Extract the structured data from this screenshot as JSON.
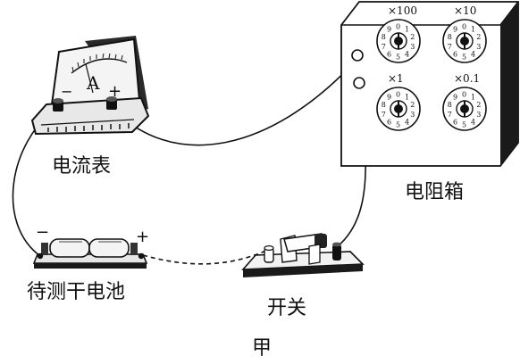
{
  "labels": {
    "ammeter": "电流表",
    "resistance_box": "电阻箱",
    "battery": "待测干电池",
    "switch": "开关",
    "figure": "甲"
  },
  "ammeter": {
    "unit_letter": "A",
    "minus_sign": "−",
    "plus_sign": "+"
  },
  "battery_terminals": {
    "minus_sign": "−",
    "plus_sign": "+"
  },
  "dials": [
    {
      "multiplier": "×100",
      "digits": [
        "0",
        "1",
        "2",
        "3",
        "4",
        "5",
        "6",
        "7",
        "8",
        "9"
      ]
    },
    {
      "multiplier": "×10",
      "digits": [
        "0",
        "1",
        "2",
        "3",
        "4",
        "5",
        "6",
        "7",
        "8",
        "9"
      ]
    },
    {
      "multiplier": "×1",
      "digits": [
        "0",
        "1",
        "2",
        "3",
        "4",
        "5",
        "6",
        "7",
        "8",
        "9"
      ]
    },
    {
      "multiplier": "×0.1",
      "digits": [
        "0",
        "1",
        "2",
        "3",
        "4",
        "5",
        "6",
        "7",
        "8",
        "9"
      ]
    }
  ]
}
